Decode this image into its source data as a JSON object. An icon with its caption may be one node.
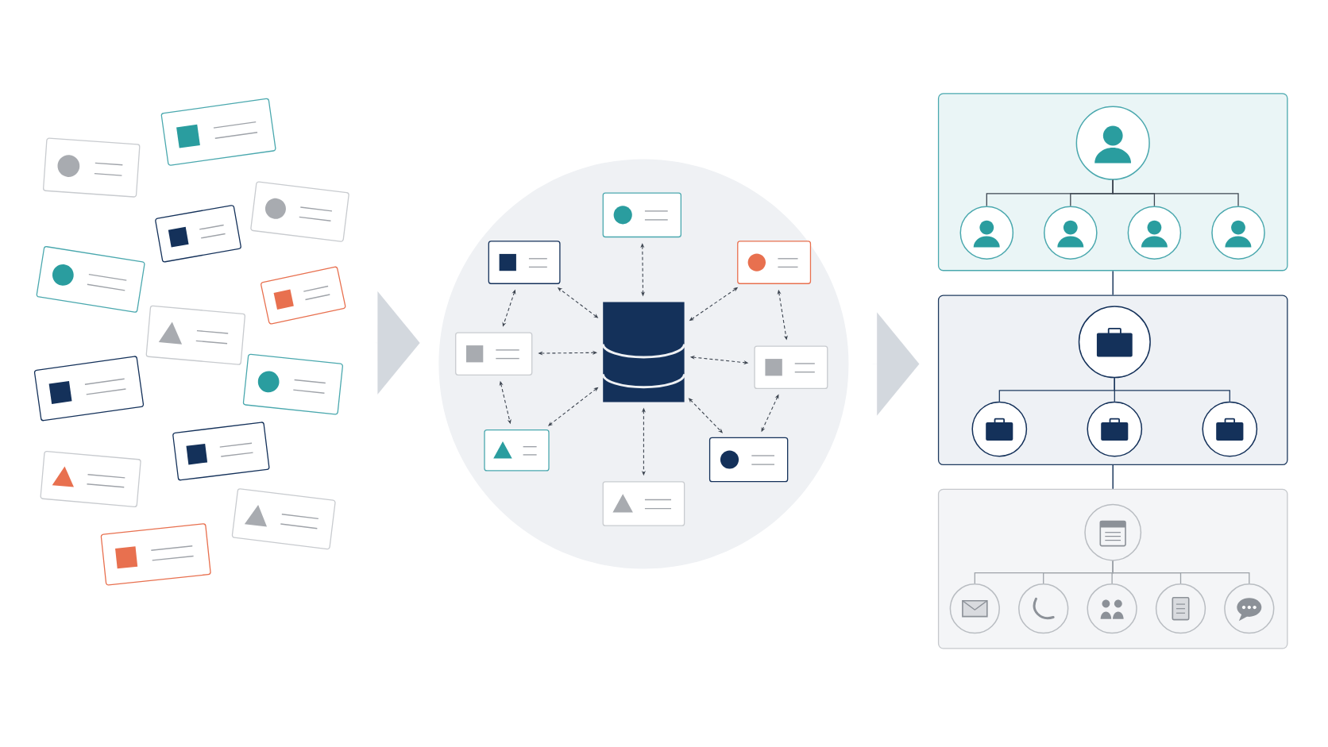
{
  "diagram": {
    "nodes": [
      {
        "text": [],
        "shape": "picture"
      },
      {
        "text": [],
        "shape": "circle"
      },
      {
        "text": [],
        "shape": "cylinder",
        "in": 1
      },
      {
        "text": [],
        "shape": "card",
        "in": 1
      },
      {
        "text": [],
        "shape": "card",
        "in": 1
      },
      {
        "text": [],
        "shape": "card",
        "in": 1
      },
      {
        "text": [],
        "shape": "card",
        "in": 1
      },
      {
        "text": [],
        "shape": "card",
        "in": 1
      },
      {
        "text": [],
        "shape": "card",
        "in": 1
      },
      {
        "text": [],
        "shape": "card",
        "in": 1
      },
      {
        "text": [],
        "shape": "card",
        "in": 1
      },
      {
        "text": [],
        "shape": "box"
      },
      {
        "text": [],
        "shape": "person",
        "in": 11
      },
      {
        "text": [],
        "shape": "person",
        "in": 11
      },
      {
        "text": [],
        "shape": "person",
        "in": 11
      },
      {
        "text": [],
        "shape": "person",
        "in": 11
      },
      {
        "text": [],
        "shape": "person",
        "in": 11
      },
      {
        "text": [],
        "shape": "box"
      },
      {
        "text": [],
        "shape": "briefcase",
        "in": 17
      },
      {
        "text": [],
        "shape": "briefcase",
        "in": 17
      },
      {
        "text": [],
        "shape": "briefcase",
        "in": 17
      },
      {
        "text": [],
        "shape": "briefcase",
        "in": 17
      },
      {
        "text": [],
        "shape": "box"
      },
      {
        "text": [],
        "shape": "calendar",
        "in": 22
      },
      {
        "text": [],
        "shape": "envelope",
        "in": 22
      },
      {
        "text": [],
        "shape": "phone",
        "in": 22
      },
      {
        "text": [],
        "shape": "people",
        "in": 22
      },
      {
        "text": [],
        "shape": "document",
        "in": 22
      },
      {
        "text": [],
        "shape": "chat",
        "in": 22
      }
    ],
    "edges": [
      {
        "from": 0,
        "to": 1,
        "arrow": "to",
        "style": "thick",
        "color": "#d3d8de"
      },
      {
        "from": 1,
        "to": 17,
        "arrow": "to",
        "style": "thick",
        "color": "#d3d8de"
      },
      {
        "from": 2,
        "to": 3,
        "arrow": "both",
        "style": "dashed"
      },
      {
        "from": 2,
        "to": 4,
        "arrow": "both",
        "style": "dashed"
      },
      {
        "from": 2,
        "to": 5,
        "arrow": "both",
        "style": "dashed"
      },
      {
        "from": 2,
        "to": 6,
        "arrow": "both",
        "style": "dashed"
      },
      {
        "from": 2,
        "to": 7,
        "arrow": "both",
        "style": "dashed"
      },
      {
        "from": 2,
        "to": 8,
        "arrow": "both",
        "style": "dashed"
      },
      {
        "from": 2,
        "to": 9,
        "arrow": "both",
        "style": "dashed"
      },
      {
        "from": 2,
        "to": 10,
        "arrow": "both",
        "style": "dashed"
      },
      {
        "from": 4,
        "to": 6,
        "arrow": "both",
        "style": "dashed"
      },
      {
        "from": 6,
        "to": 8,
        "arrow": "both",
        "style": "dashed"
      },
      {
        "from": 5,
        "to": 7,
        "arrow": "both",
        "style": "dashed"
      },
      {
        "from": 7,
        "to": 9,
        "arrow": "both",
        "style": "dashed"
      },
      {
        "from": 12,
        "to": 13,
        "arrow": "none"
      },
      {
        "from": 12,
        "to": 14,
        "arrow": "none"
      },
      {
        "from": 12,
        "to": 15,
        "arrow": "none"
      },
      {
        "from": 12,
        "to": 16,
        "arrow": "none"
      },
      {
        "from": 11,
        "to": 17,
        "arrow": "none",
        "color": "#1e3a5f"
      },
      {
        "from": 18,
        "to": 19,
        "arrow": "none",
        "color": "#1e3a5f"
      },
      {
        "from": 18,
        "to": 20,
        "arrow": "none",
        "color": "#1e3a5f"
      },
      {
        "from": 18,
        "to": 21,
        "arrow": "none",
        "color": "#1e3a5f"
      },
      {
        "from": 17,
        "to": 22,
        "arrow": "none",
        "color": "#1e3a5f"
      },
      {
        "from": 23,
        "to": 24,
        "arrow": "none",
        "color": "#9ea3a9"
      },
      {
        "from": 23,
        "to": 25,
        "arrow": "none",
        "color": "#9ea3a9"
      },
      {
        "from": 23,
        "to": 26,
        "arrow": "none",
        "color": "#9ea3a9"
      },
      {
        "from": 23,
        "to": 27,
        "arrow": "none",
        "color": "#9ea3a9"
      },
      {
        "from": 23,
        "to": 28,
        "arrow": "none",
        "color": "#9ea3a9"
      }
    ]
  }
}
